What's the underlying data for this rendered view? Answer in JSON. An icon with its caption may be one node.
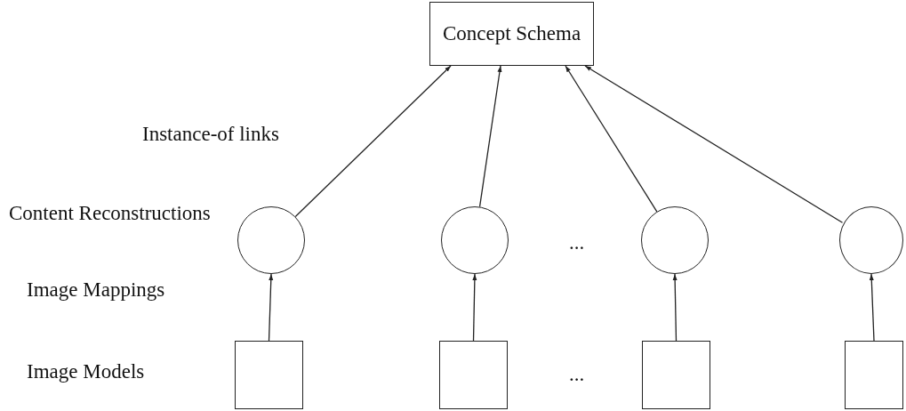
{
  "diagram": {
    "nodes": [
      {
        "text": [
          "Concept Schema"
        ]
      },
      {
        "text": [],
        "shape": "circle"
      },
      {
        "text": [],
        "shape": "circle"
      },
      {
        "text": [],
        "shape": "circle"
      },
      {
        "text": [],
        "shape": "circle"
      },
      {
        "text": [],
        "shape": "box"
      },
      {
        "text": [],
        "shape": "box"
      },
      {
        "text": [],
        "shape": "box"
      },
      {
        "text": [],
        "shape": "box"
      }
    ],
    "edges": [
      {
        "from": 1,
        "to": 0,
        "arrow": "to"
      },
      {
        "from": 2,
        "to": 0,
        "arrow": "to"
      },
      {
        "from": 3,
        "to": 0,
        "arrow": "to"
      },
      {
        "from": 4,
        "to": 0,
        "arrow": "to"
      },
      {
        "from": 5,
        "to": 1,
        "arrow": "to"
      },
      {
        "from": 6,
        "to": 2,
        "arrow": "to"
      },
      {
        "from": 7,
        "to": 3,
        "arrow": "to"
      },
      {
        "from": 8,
        "to": 4,
        "arrow": "to"
      }
    ],
    "labels": [
      "Instance-of links",
      "Content Reconstructions",
      "...",
      "Image Mappings",
      "Image Models",
      "..."
    ]
  }
}
